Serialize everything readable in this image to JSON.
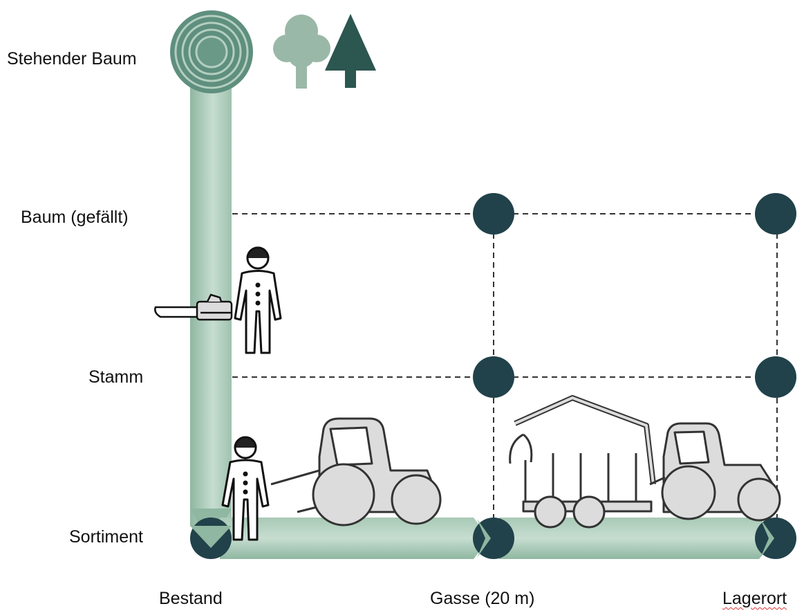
{
  "levels": {
    "stehender_baum": "Stehender  Baum",
    "baum_gefaellt": "Baum  (gefällt)",
    "stamm": "Stamm",
    "sortiment": "Sortiment"
  },
  "locations": {
    "bestand": "Bestand",
    "gasse": "Gasse  (20 m)",
    "lagerort": "Lagerort"
  },
  "colors": {
    "arrow_light": "#c6ddd0",
    "arrow_mid": "#8fb7a1",
    "node_dark": "#21424a",
    "tree_light": "#9ab8a7",
    "tree_dark": "#2c5650",
    "machine_fill": "#dcdcdc",
    "machine_stroke": "#444444"
  },
  "icons": [
    "tree-rings-icon",
    "deciduous-tree-icon",
    "conifer-tree-icon",
    "worker-icon",
    "chainsaw-icon",
    "skidder-tractor-icon",
    "forwarder-icon"
  ]
}
